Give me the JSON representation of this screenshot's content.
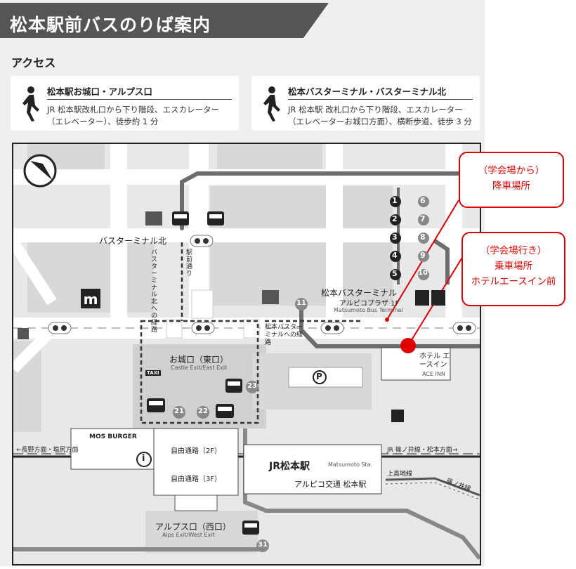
{
  "header": {
    "title": "松本駅前バスのりば案内"
  },
  "access": {
    "title": "アクセス",
    "cards": [
      {
        "title": "松本駅お城口・アルプス口",
        "description": "JR 松本駅改札口から下り階段、エスカレーター（エレベーター）、徒歩約 1 分"
      },
      {
        "title": "松本バスターミナル・バスターミナル北",
        "description": "JR 松本駅 改札口から下り階段、エスカレーター（エレベーターお城口方面）、横断歩道、徒歩 3 分"
      }
    ]
  },
  "map": {
    "labels": {
      "bus_terminal_north": "バスターミナル北",
      "route_to_bt_north": "バスターミナル北への経路",
      "ekimae_dori": "駅前通り",
      "matsumoto_bus_terminal": "松本バスターミナル",
      "alpico_plaza": "アルピコプラザ 1F",
      "matsumoto_bus_terminal_en": "Matsumoto Bus Terminal",
      "route_to_bt": "松本バスターミナルへの経路",
      "oshiroguchi": "お城口（東口）",
      "oshiroguchi_en": "Castle Exit/East Exit",
      "hotel": "ホテル エースイン",
      "hotel_en": "ACE INN",
      "west_left": "←長野方面・塩尻方面",
      "east_right": "JR 篠ノ井線・松本方面→",
      "mos_burger": "MOS BURGER",
      "jiyu_dori": "自由通路（2F）",
      "jiyu_dori2": "自由通路（3F）",
      "station": "JR松本駅",
      "station_en": "Matsumoto Sta.",
      "alpico_station": "アルピコ交通 松本駅",
      "kamikochi_line": "上高地線",
      "shinshu_line": "篠ノ井線",
      "alps_exit": "アルプス口（西口）",
      "alps_exit_en": "Alps Exit/West Exit",
      "taxi": "TAXI",
      "info": "i",
      "parking": "P"
    },
    "stops_left": [
      "1",
      "2",
      "3",
      "4",
      "5"
    ],
    "stops_right": [
      "6",
      "7",
      "8",
      "9",
      "10"
    ],
    "stops_other": [
      "11",
      "21",
      "22",
      "23",
      "31"
    ]
  },
  "callouts": {
    "dropoff": {
      "line1": "（学会場から）",
      "line2": "降車場所"
    },
    "pickup": {
      "line1": "（学会場行き）",
      "line2": "乗車場所",
      "line3": "ホテルエースイン前"
    }
  },
  "colors": {
    "accent": "#e00000",
    "header": "#555555",
    "route": "#6d6d6d",
    "road": "#ffffff"
  }
}
